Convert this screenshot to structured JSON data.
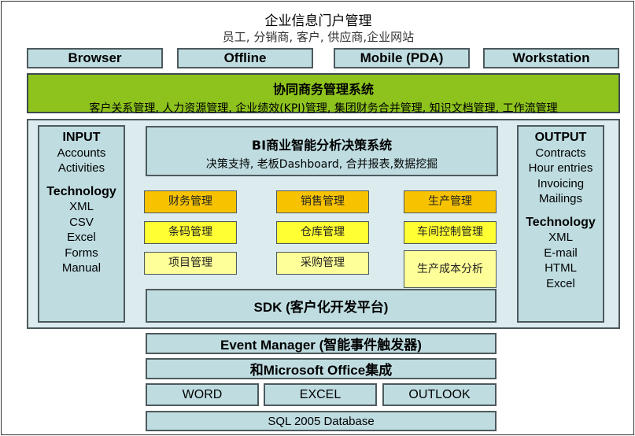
{
  "header": {
    "title": "企业信息门户管理",
    "subtitle": "员工, 分销商, 客户, 供应商,企业网站"
  },
  "channels": [
    "Browser",
    "Offline",
    "Mobile (PDA)",
    "Workstation"
  ],
  "collab": {
    "title": "协同商务管理系统",
    "subtitle": "客户关系管理, 人力资源管理, 企业绩效(KPI)管理, 集团财务合并管理, 知识文档管理, 工作流管理"
  },
  "input": {
    "title": "INPUT",
    "items": [
      "Accounts",
      "Activities"
    ],
    "tech_title": "Technology",
    "tech_items": [
      "XML",
      "CSV",
      "Excel",
      "Forms",
      "Manual"
    ]
  },
  "output": {
    "title": "OUTPUT",
    "items": [
      "Contracts",
      "Hour entries",
      "Invoicing",
      "Mailings"
    ],
    "tech_title": "Technology",
    "tech_items": [
      "XML",
      "E-mail",
      "HTML",
      "Excel"
    ]
  },
  "bi": {
    "title": "BI商业智能分析决策系统",
    "subtitle": "决策支持, 老板Dashboard, 合并报表,数据挖掘"
  },
  "modules": {
    "finance": "财务管理",
    "sales": "销售管理",
    "production": "生产管理",
    "barcode": "条码管理",
    "warehouse": "仓库管理",
    "workshop": "车间控制管理",
    "project": "项目管理",
    "purchasing": "采购管理",
    "cost": "生产成本分析"
  },
  "sdk": "SDK (客户化开发平台)",
  "event_manager": "Event Manager (智能事件触发器)",
  "office": {
    "title": "和Microsoft Office集成",
    "apps": [
      "WORD",
      "EXCEL",
      "OUTLOOK"
    ]
  },
  "database": "SQL 2005 Database",
  "colors": {
    "panel_blue": "#bfdde1",
    "core_background": "#dcebee",
    "collab_green": "#8ec31e",
    "module_orange": "#f7c300",
    "module_yellow": "#ffff33",
    "module_light_yellow": "#ffff99"
  }
}
